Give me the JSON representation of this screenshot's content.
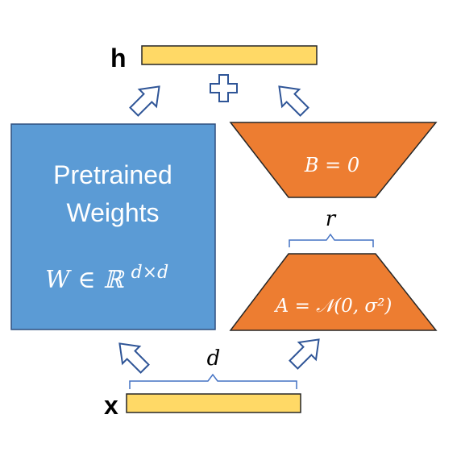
{
  "diagram": {
    "output_label": "h",
    "input_label": "x",
    "plus_symbol": "+",
    "pretrained": {
      "title_line1": "Pretrained",
      "title_line2": "Weights",
      "math": "W ∈ ℝ",
      "math_sup": "d×d"
    },
    "matrix_b": {
      "math": "B = 0"
    },
    "matrix_a": {
      "math": "A = 𝒩(0, σ²)"
    },
    "rank_label": "r",
    "dim_label": "d",
    "colors": {
      "pretrained_fill": "#5B9BD5",
      "adapter_fill": "#ED7D31",
      "vector_fill": "#FFD966",
      "arrow_stroke": "#2F5597",
      "brace_stroke": "#4472C4",
      "dark_outline": "#262626"
    }
  }
}
